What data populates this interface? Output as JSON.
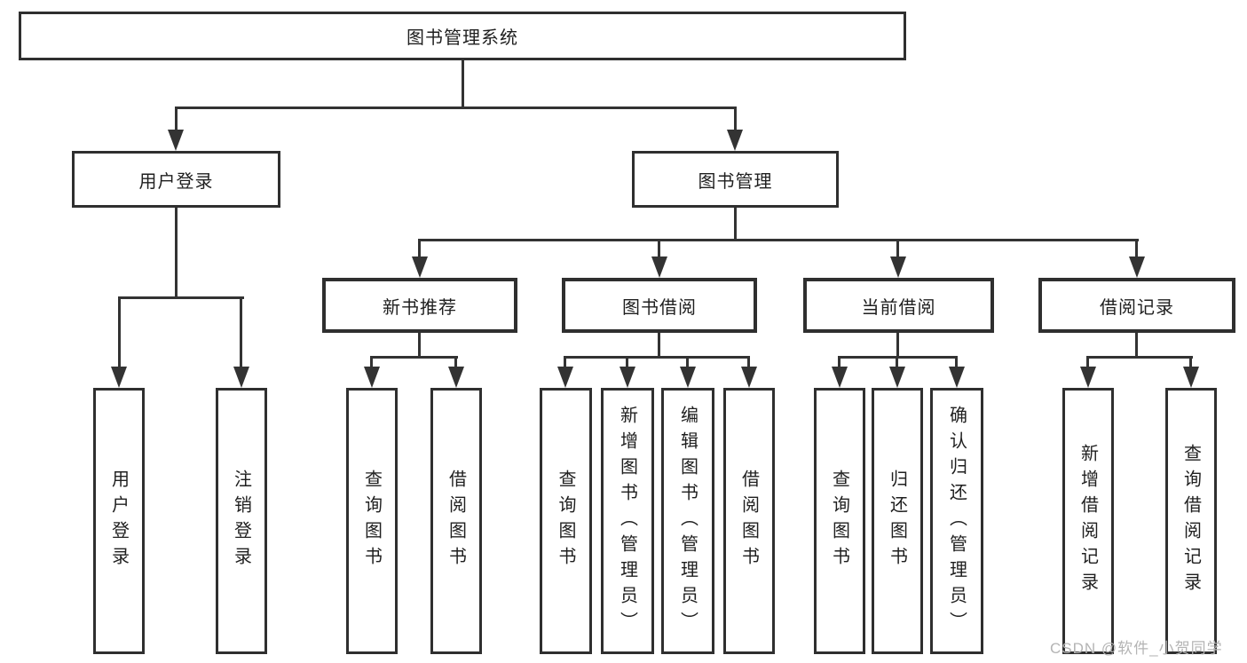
{
  "root": {
    "label": "图书管理系统",
    "children": [
      {
        "label": "用户登录",
        "children": [
          {
            "label": "用户登录"
          },
          {
            "label": "注销登录"
          }
        ]
      },
      {
        "label": "图书管理",
        "children": [
          {
            "label": "新书推荐",
            "children": [
              {
                "label": "查询图书"
              },
              {
                "label": "借阅图书"
              }
            ]
          },
          {
            "label": "图书借阅",
            "children": [
              {
                "label": "查询图书"
              },
              {
                "label": "新增图书（管理员）"
              },
              {
                "label": "编辑图书（管理员）"
              },
              {
                "label": "借阅图书"
              }
            ]
          },
          {
            "label": "当前借阅",
            "children": [
              {
                "label": "查询图书"
              },
              {
                "label": "归还图书"
              },
              {
                "label": "确认归还（管理员）"
              }
            ]
          },
          {
            "label": "借阅记录",
            "children": [
              {
                "label": "新增借阅记录"
              },
              {
                "label": "查询借阅记录"
              }
            ]
          }
        ]
      }
    ]
  },
  "watermark": {
    "text": "CSDN @软件_小贺同学"
  },
  "colors": {
    "line": "#333333",
    "border": "#2f2f2f",
    "text": "#1f1f1f",
    "watermark": "#b4b4b4",
    "background": "#ffffff"
  }
}
